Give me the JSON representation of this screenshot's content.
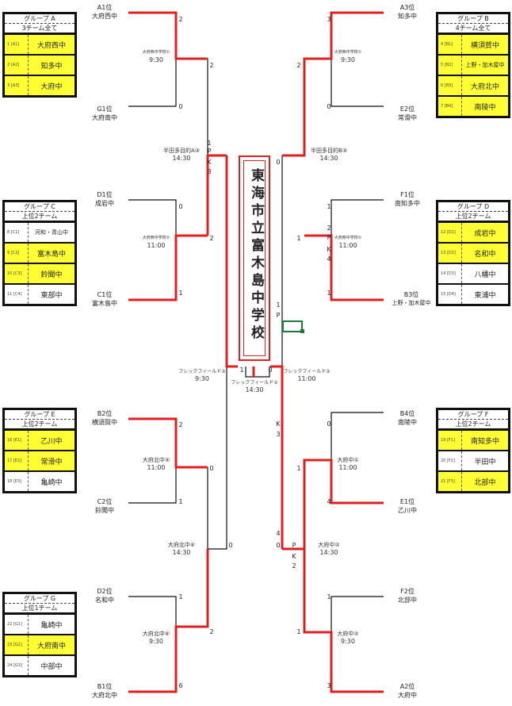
{
  "venue": "東海市立富木島中学校",
  "groups": [
    {
      "id": "A",
      "header": "グループ A",
      "sub": "3チーム全て",
      "rows": [
        {
          "seed": "1 [A1]",
          "name": "大府西中",
          "hl": true
        },
        {
          "seed": "2 [A2]",
          "name": "知多中",
          "hl": true
        },
        {
          "seed": "3 [A3]",
          "name": "大府中",
          "hl": true
        }
      ]
    },
    {
      "id": "B",
      "header": "グループ B",
      "sub": "4チーム全て",
      "rows": [
        {
          "seed": "4 [B1]",
          "name": "横須賀中",
          "hl": true
        },
        {
          "seed": "5 [B2]",
          "name": "上野・加木屋中",
          "hl": true
        },
        {
          "seed": "6 [B3]",
          "name": "大府北中",
          "hl": true
        },
        {
          "seed": "7 [B4]",
          "name": "南陵中",
          "hl": true
        }
      ]
    },
    {
      "id": "C",
      "header": "グループ C",
      "sub": "上位2チーム",
      "rows": [
        {
          "seed": "8 [C1]",
          "name": "河和・青山中",
          "hl": false
        },
        {
          "seed": "9 [C2]",
          "name": "富木島中",
          "hl": true
        },
        {
          "seed": "10 [C3]",
          "name": "鈴聞中",
          "hl": true
        },
        {
          "seed": "11 [C4]",
          "name": "東部中",
          "hl": false
        }
      ]
    },
    {
      "id": "D",
      "header": "グループ D",
      "sub": "上位2チーム",
      "rows": [
        {
          "seed": "12 [D1]",
          "name": "成岩中",
          "hl": true
        },
        {
          "seed": "13 [D2]",
          "name": "名和中",
          "hl": true
        },
        {
          "seed": "14 [D3]",
          "name": "八幡中",
          "hl": false
        },
        {
          "seed": "15 [D4]",
          "name": "東浦中",
          "hl": false
        }
      ]
    },
    {
      "id": "E",
      "header": "グループ E",
      "sub": "上位2チーム",
      "rows": [
        {
          "seed": "16 [E1]",
          "name": "乙川中",
          "hl": true
        },
        {
          "seed": "17 [E2]",
          "name": "常滑中",
          "hl": true
        },
        {
          "seed": "18 [E3]",
          "name": "亀崎中",
          "hl": false
        }
      ]
    },
    {
      "id": "F",
      "header": "グループ F",
      "sub": "上位2チーム",
      "rows": [
        {
          "seed": "19 [F1]",
          "name": "南知多中",
          "hl": true
        },
        {
          "seed": "20 [F2]",
          "name": "半田中",
          "hl": false
        },
        {
          "seed": "21 [F3]",
          "name": "北部中",
          "hl": true
        }
      ]
    },
    {
      "id": "G",
      "header": "グループ G",
      "sub": "上位1チーム",
      "rows": [
        {
          "seed": "22 [G1]",
          "name": "亀崎中",
          "hl": false
        },
        {
          "seed": "23 [G2]",
          "name": "大府南中",
          "hl": true
        },
        {
          "seed": "24 [G3]",
          "name": "中部中",
          "hl": false
        }
      ]
    }
  ],
  "teams": {
    "a1_rank": "A1位",
    "a1_name": "大府西中",
    "g1_rank": "G1位",
    "g1_name": "大府南中",
    "d1_rank": "D1位",
    "d1_name": "成岩中",
    "c1_rank": "C1位",
    "c1_name": "富木島中",
    "b2_rank": "B2位",
    "b2_name": "横須賀中",
    "c2_rank": "C2位",
    "c2_name": "鈴聞中",
    "d2_rank": "D2位",
    "d2_name": "名和中",
    "b1_rank": "B1位",
    "b1_name": "大府北中",
    "a3_rank": "A3位",
    "a3_name": "知多中",
    "e2_rank": "E2位",
    "e2_name": "常滑中",
    "f1_rank": "F1位",
    "f1_name": "南知多中",
    "b3_rank": "B3位",
    "b3_name": "上野・加木屋中",
    "b4_rank": "B4位",
    "b4_name": "南陵中",
    "e1_rank": "E1位",
    "e1_name": "乙川中",
    "f2_rank": "F2位",
    "f2_name": "北部中",
    "a2_rank": "A2位",
    "a2_name": "大府中"
  },
  "matches": {
    "l1_venue": "大府西中学校①",
    "l1_time": "9:30",
    "l2_venue": "大府西中学校②",
    "l2_time": "11:00",
    "lqf_venue": "半田多目的A③",
    "lqf_time": "14:30",
    "r1_venue": "大府西中学校①",
    "r1_time": "9:30",
    "r2_venue": "大府西中学校②",
    "r2_time": "11:00",
    "rqf_venue": "半田多目的B③",
    "rqf_time": "14:30",
    "l3_venue": "大府北中⑤",
    "l3_time": "11:00",
    "l4_venue": "大府北中⑥",
    "l4_time": "9:30",
    "lqf2_venue": "大府北中⑥",
    "lqf2_time": "14:30",
    "r3_venue": "大府中①",
    "r3_time": "11:00",
    "r4_venue": "大府中②",
    "r4_time": "9:30",
    "rqf2_venue": "大府中②",
    "rqf2_time": "14:30",
    "sf_l_venue": "フレックフィールド②",
    "sf_l_time": "9:30",
    "sf_r_venue": "フレックフィールド②",
    "sf_r_time": "11:00",
    "final_venue": "フレックフィールド②",
    "final_time": "14:30"
  },
  "scores": {
    "a1": "2",
    "a1r": "2",
    "g1": "0",
    "d1": "0",
    "c1": "1",
    "lqf_top": "1",
    "lqf_bot": "2",
    "lpk1": "P",
    "lpk2": "K",
    "lpk3": "3",
    "a3": "3",
    "a3r": "2",
    "e2": "0",
    "f1": "1",
    "b3": "1",
    "rqf_top": "0",
    "rqf_bot": "1",
    "rpk1": "2",
    "rpk2": "P",
    "rpk3": "K",
    "rpk4": "4",
    "sf_l": "1",
    "sf_r": "0",
    "sf_rp1": "1",
    "sf_rp2": "P",
    "b2": "2",
    "c2": "1",
    "l3r": "0",
    "d2": "1",
    "b1": "6",
    "l4r": "2",
    "lqf2": "0",
    "b4": "0",
    "e1": "4",
    "r3r": "1",
    "f2": "1",
    "a2": "3",
    "r4r": "1",
    "rqf2": "0",
    "rk1": "K",
    "rk2": "3",
    "rpk5": "4",
    "rpk6": "P",
    "rpk7": "K",
    "rpk8": "2"
  }
}
